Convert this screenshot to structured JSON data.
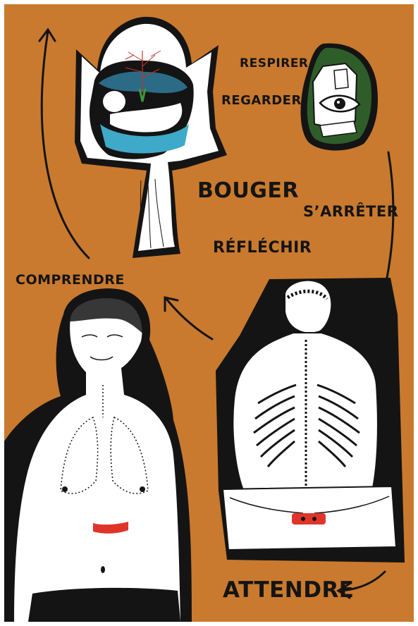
{
  "words": {
    "respirer": "RESPIRER",
    "regarder": "REGARDER",
    "bouger": "BOUGER",
    "sarreter": "S’ARRÊTER",
    "reflechir": "RÉFLÉCHIR",
    "comprendre": "COMPRENDRE",
    "attendre": "ATTENDRE"
  },
  "colors": {
    "background": "#c97a2e",
    "ink": "#141414",
    "water": "#3fa9c9",
    "eye_panel": "#2f5d2a",
    "accent_red": "#e0342a"
  },
  "illustrations": [
    "baby-in-womb-drawing",
    "eye-and-hands-drawing",
    "seated-back-spine-drawing",
    "woman-torso-lungs-drawing"
  ]
}
